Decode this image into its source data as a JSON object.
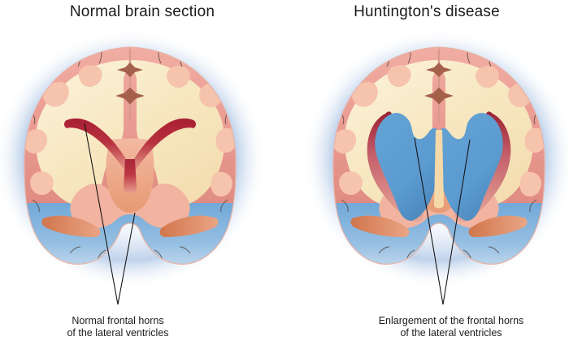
{
  "figure": {
    "kind": "medical-illustration",
    "subject": "coronal brain section comparison",
    "background_color": "#ffffff"
  },
  "panels": [
    {
      "id": "normal",
      "title": "Normal brain section",
      "caption_line1": "Normal frontal horns",
      "caption_line2": "of the lateral ventricles",
      "ventricle_state": "narrow slit-like frontal horns",
      "ventricle_color": "#a81f33"
    },
    {
      "id": "huntington",
      "title": "Huntington's disease",
      "caption_line1": "Enlargement of the frontal horns",
      "caption_line2": "of the lateral ventricles",
      "ventricle_state": "dilated butterfly-shaped frontal horns",
      "ventricle_color": "#5b9bd0"
    }
  ],
  "colors": {
    "glow": "#c9d8ee",
    "cortex_pink": "#ec9f95",
    "cortex_pink_dark": "#e08c83",
    "white_matter": "#f7e7c0",
    "white_matter_light": "#fbf1d6",
    "gyri_peach": "#f6c3ad",
    "ventricle_blue": "#5b9bd0",
    "ventricle_blue_dark": "#4a86bb",
    "ventricle_red": "#a81f33",
    "ventricle_red_deep": "#8c1a28",
    "hippocampus_orange": "#d98a5e",
    "midline_brown": "#a4604b",
    "csf_blue": "#7fb0dd",
    "pointer_line": "#101010",
    "text": "#1b1b1b"
  },
  "annotations": {
    "pointer_lines_per_panel": 2,
    "pointer_style": "thin converging leader lines"
  }
}
